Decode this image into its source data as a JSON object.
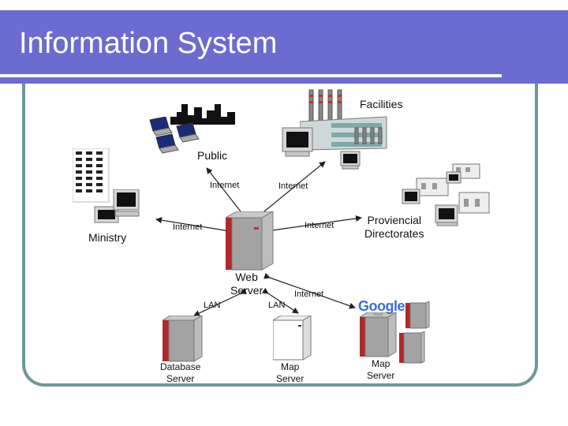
{
  "header": {
    "title": "Information System"
  },
  "nodes": {
    "facilities": "Facilities",
    "public": "Public",
    "ministry": "Ministry",
    "provincial": [
      "Proviencial",
      "Directorates"
    ],
    "web_server": [
      "Web",
      "Server"
    ],
    "database_server": [
      "Database",
      "Server"
    ],
    "map_server_center": [
      "Map",
      "Server"
    ],
    "map_server_right": [
      "Map",
      "Server"
    ]
  },
  "links": {
    "internet_public": "Internet",
    "internet_facilities": "Internet",
    "internet_ministry": "Internet",
    "internet_provincial": "Internet",
    "internet_google": "Internet",
    "lan_database": "LAN",
    "lan_map": "LAN"
  },
  "logo": {
    "text": "Google",
    "sub": "Maps"
  },
  "colors": {
    "header_bg": "#6b6bd0",
    "frame": "#6e9898",
    "server_red": "#b0282a",
    "server_gray": "#9a9a9a"
  }
}
